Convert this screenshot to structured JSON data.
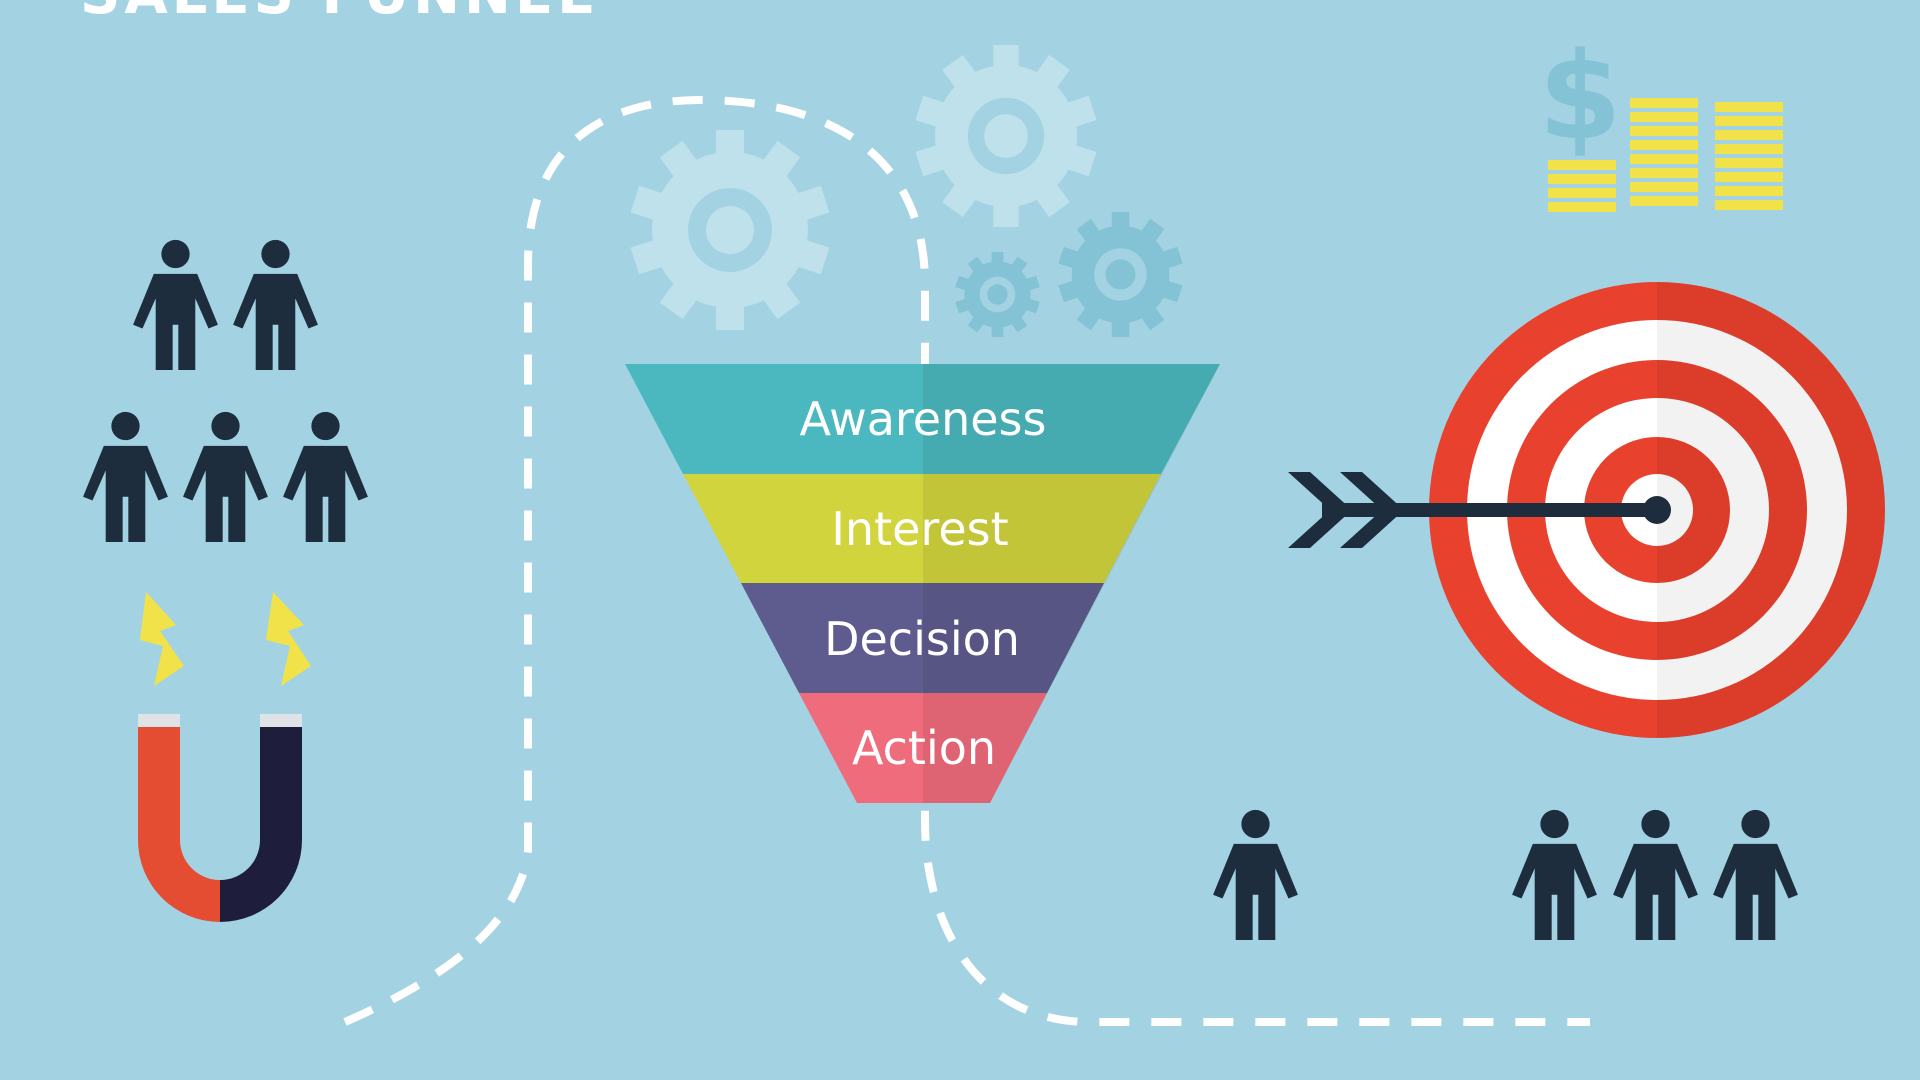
{
  "title": "SALES FUNNEL",
  "funnel": {
    "stages": [
      {
        "label": "Awareness",
        "color": "#4bb8bf"
      },
      {
        "label": "Interest",
        "color": "#d1d43d"
      },
      {
        "label": "Decision",
        "color": "#5e5c8f"
      },
      {
        "label": "Action",
        "color": "#ef6c7c"
      }
    ]
  },
  "colors": {
    "background": "#a3d3e3",
    "person": "#1e2d3d",
    "magnet_red": "#e54d33",
    "magnet_navy": "#1e1e3c",
    "lightning": "#f2e24a",
    "target_red": "#e8412e",
    "target_white": "#ffffff",
    "gear_light": "#bfe1ec",
    "gear_mid": "#84c2d6",
    "coin": "#f2e24a",
    "dollar": "#84c2d6"
  },
  "icons": [
    "person-icon",
    "magnet-icon",
    "lightning-icon",
    "gear-icon",
    "funnel-icon",
    "target-icon",
    "arrow-icon",
    "dollar-icon",
    "coin-stack-icon"
  ]
}
